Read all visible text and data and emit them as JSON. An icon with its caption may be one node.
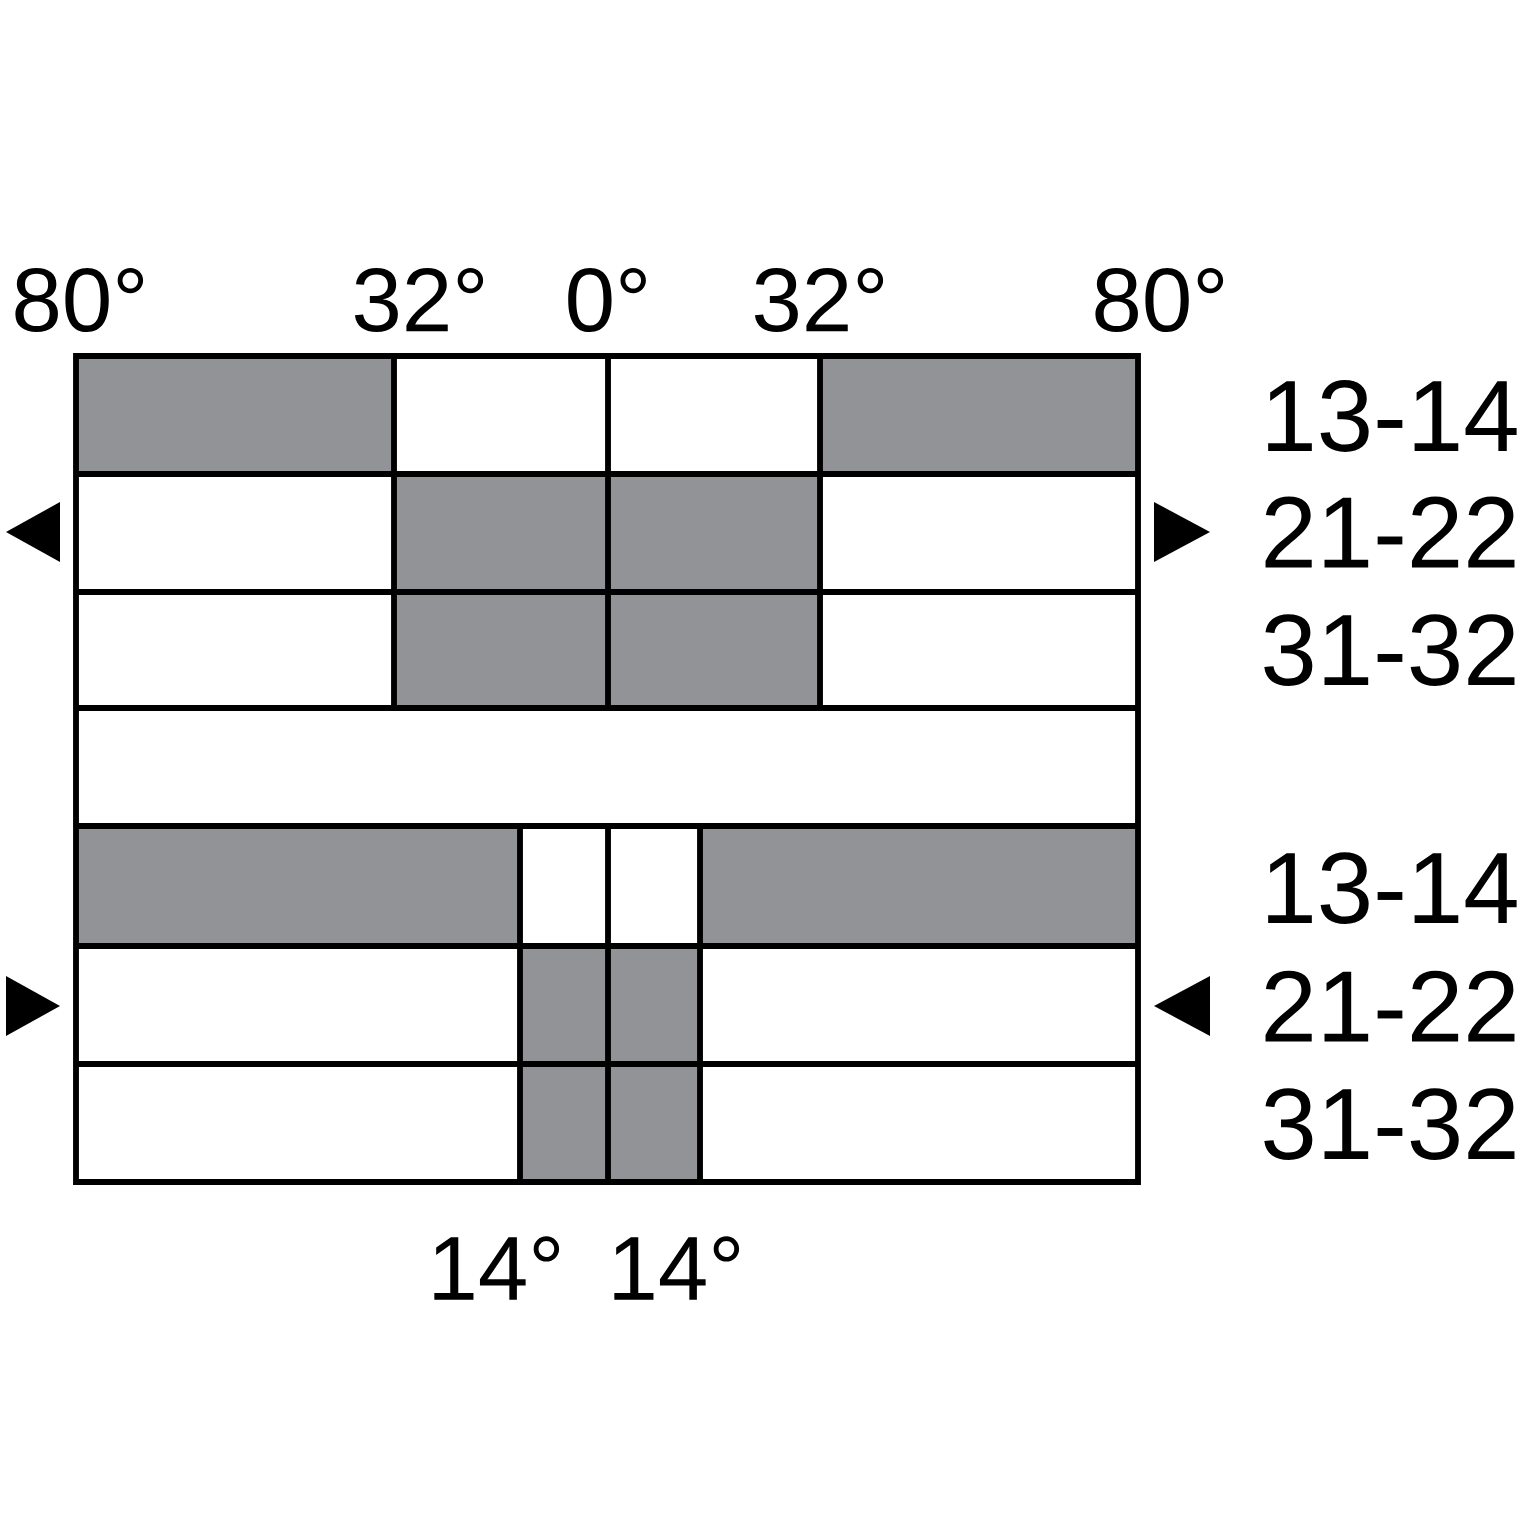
{
  "diagram": {
    "labels": [
      "80°",
      "32°",
      "0°",
      "32°",
      "80°",
      "13-14",
      "21-22",
      "31-32",
      "13-14",
      "21-22",
      "31-32",
      "14°",
      "14°"
    ]
  }
}
